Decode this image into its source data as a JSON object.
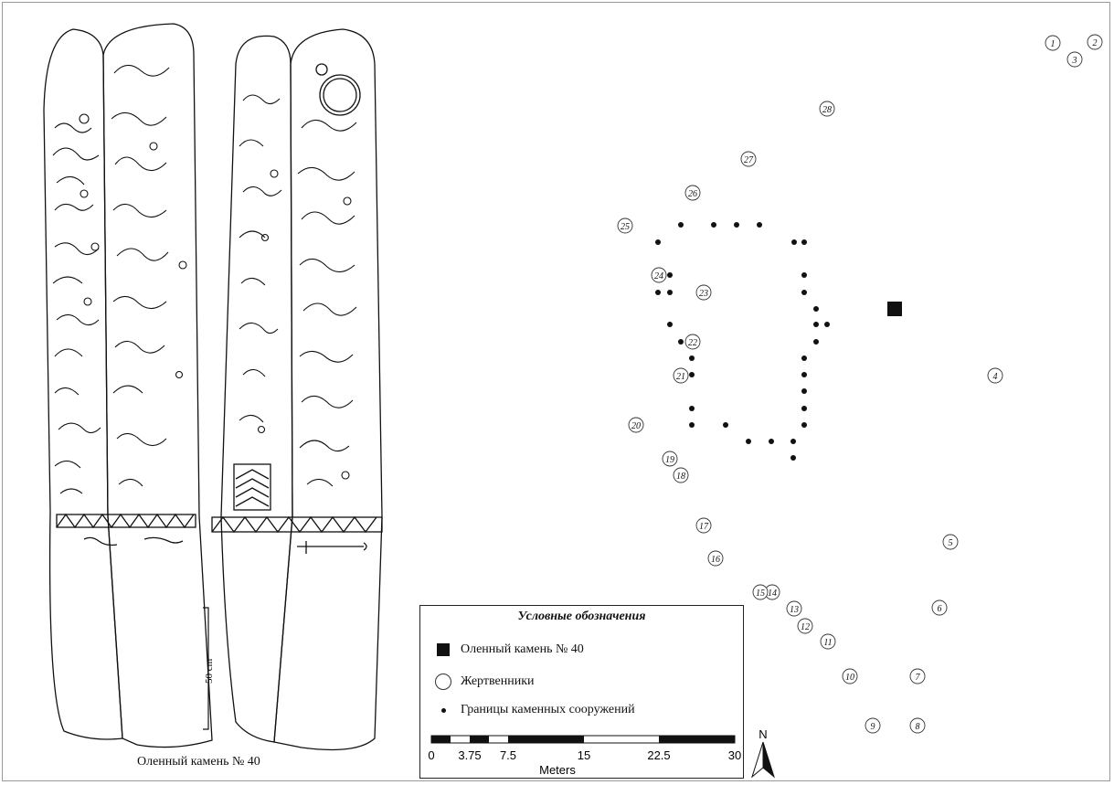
{
  "stone_caption": "Оленный камень № 40",
  "stone_scale_label": "50 cm",
  "legend": {
    "title": "Условные обозначения",
    "items": [
      {
        "symbol": "filled-square",
        "label": "Оленный камень № 40"
      },
      {
        "symbol": "open-circle",
        "label": "Жертвенники"
      },
      {
        "symbol": "dot",
        "label": "Границы каменных сооружений"
      }
    ]
  },
  "scale_bar": {
    "ticks": [
      "0",
      "3.75",
      "7.5",
      "15",
      "22.5",
      "30"
    ],
    "unit": "Meters"
  },
  "north_label": "N",
  "altars": [
    "1",
    "2",
    "3",
    "4",
    "5",
    "6",
    "7",
    "8",
    "9",
    "10",
    "11",
    "12",
    "13",
    "14",
    "15",
    "16",
    "17",
    "18",
    "19",
    "20",
    "21",
    "22",
    "23",
    "24",
    "25",
    "26",
    "27",
    "28"
  ],
  "colors": {
    "ink": "#111111",
    "frame": "#9a9a9a",
    "paper": "#ffffff"
  }
}
